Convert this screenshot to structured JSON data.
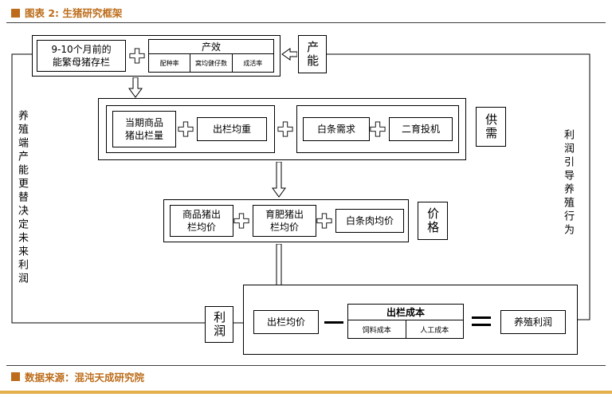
{
  "header": {
    "title": "图表 2: 生猪研究框架"
  },
  "footer": {
    "source": "数据来源：混沌天成研究院"
  },
  "colors": {
    "accent": "#BC6C1A",
    "gold_bar": "#E3B04B",
    "rule": "#3c3c3c"
  },
  "diagram": {
    "sow_stock": "9-10个月前的\n能繁母猪存栏",
    "efficiency": {
      "title": "产效",
      "items": [
        "配种率",
        "窝均健仔数",
        "成活率"
      ]
    },
    "capacity": "产能",
    "current_output": "当期商品\n猪出栏量",
    "avg_weight": "出栏均重",
    "carcass_demand": "白条需求",
    "secondary_fattening": "二育投机",
    "supply_demand": "供需",
    "hog_avg_price": "商品猪出\n栏均价",
    "fattened_avg_price": "育肥猪出\n栏均价",
    "carcass_avg_price": "白条肉均价",
    "price": "价格",
    "profit": "利润",
    "sale_avg_price": "出栏均价",
    "cost": {
      "title": "出栏成本",
      "items": [
        "饲料成本",
        "人工成本"
      ]
    },
    "farming_profit": "养殖利润",
    "left_note": "养殖端产能更替决定未来利润",
    "right_note": "利润引导养殖行为"
  }
}
